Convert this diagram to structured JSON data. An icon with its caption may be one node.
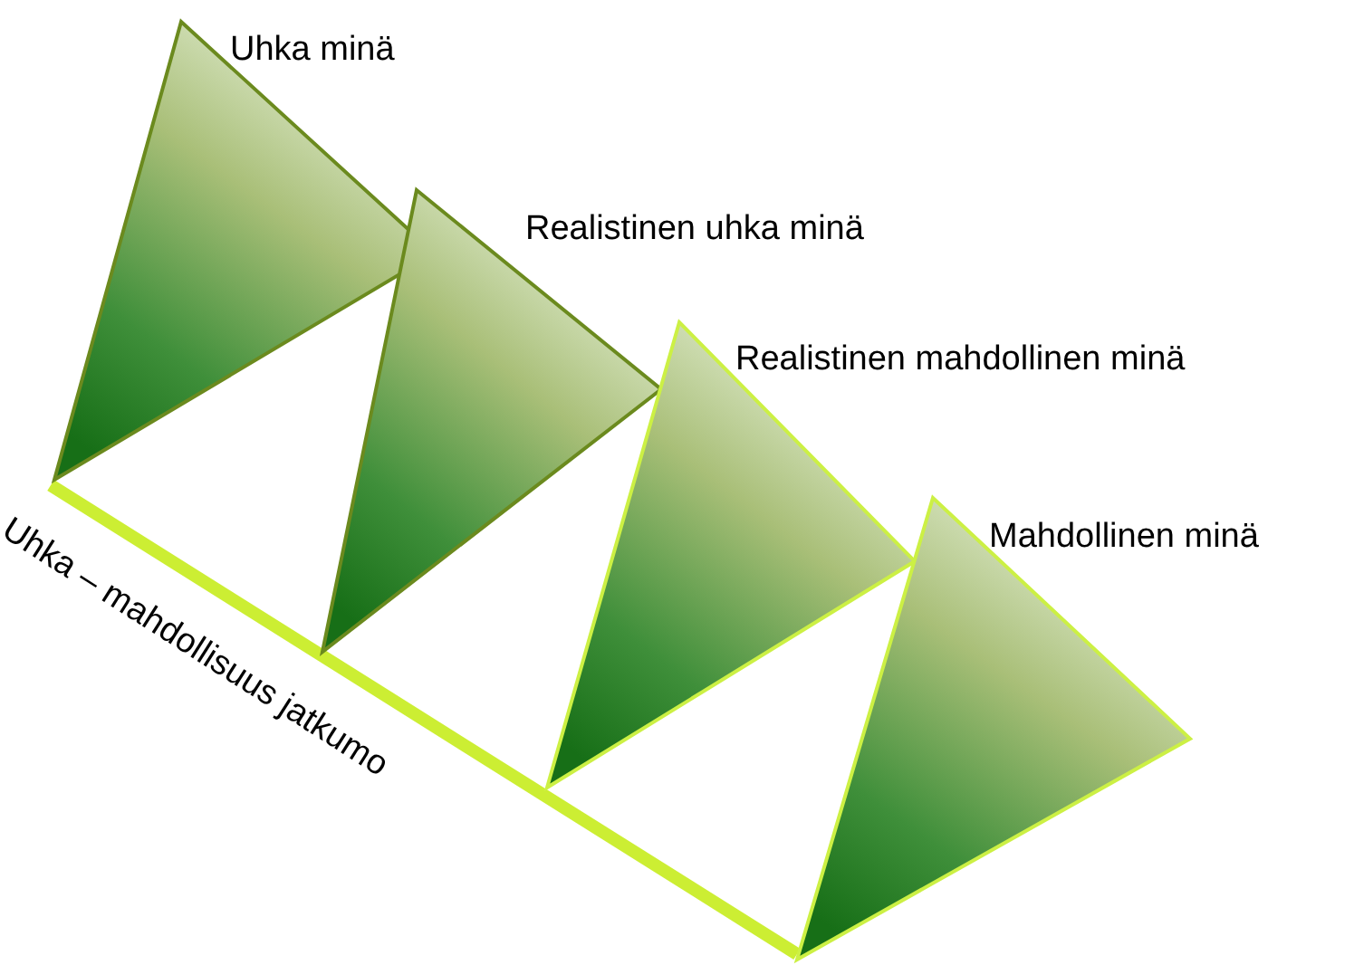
{
  "diagram": {
    "labels": [
      "Uhka minä",
      "Realistinen uhka minä",
      "Realistinen mahdollinen minä",
      "Mahdollinen minä",
      "Uhka – mahdollisuus jatkumo"
    ]
  }
}
